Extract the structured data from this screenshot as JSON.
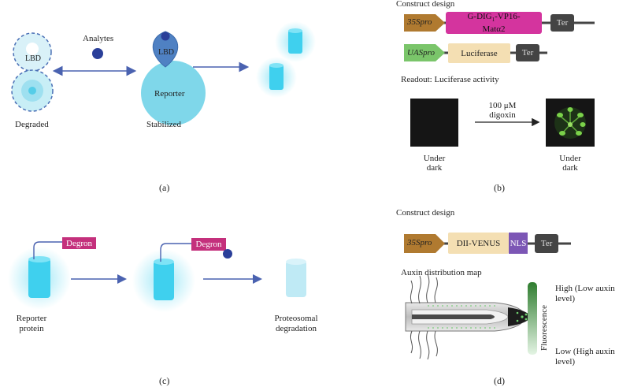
{
  "panel_a": {
    "caption": "(a)",
    "analytes_label": "Analytes",
    "lbd_left": "LBD",
    "lbd_right": "LBD",
    "reporter_label": "Reporter",
    "degraded_label": "Degraded",
    "stabilized_label": "Stabilized"
  },
  "panel_b": {
    "caption": "(b)",
    "construct_title": "Construct design",
    "promoter1": "35Spro",
    "gene1_line1": "G-DIG",
    "gene1_sub": "1",
    "gene1_rest": "-VP16-",
    "gene1_line2": "Matα2",
    "ter1": "Ter",
    "promoter2": "UASpro",
    "gene2": "Luciferase",
    "ter2": "Ter",
    "readout": "Readout: Luciferase activity",
    "treatment_line1": "100 μM",
    "treatment_line2": "digoxin",
    "left_label_line1": "Under",
    "left_label_line2": "dark",
    "right_label_line1": "Under",
    "right_label_line2": "dark"
  },
  "panel_c": {
    "caption": "(c)",
    "degron1": "Degron",
    "degron2": "Degron",
    "reporter_line1": "Reporter",
    "reporter_line2": "protein",
    "degradation_line1": "Proteosomal",
    "degradation_line2": "degradation"
  },
  "panel_d": {
    "caption": "(d)",
    "construct_title": "Construct design",
    "promoter": "35Spro",
    "gene": "DII-VENUS",
    "nls": "NLS",
    "ter": "Ter",
    "map_title": "Auxin distribution map",
    "scale_axis": "Fluorescence",
    "high_line1": "High (Low auxin",
    "high_line2": "level)",
    "low_line1": "Low (High auxin",
    "low_line2": "level)"
  },
  "colors": {
    "cyan": "#3fd0ee",
    "reporter_circle": "#7fd7ea",
    "navy": "#2a3f99",
    "arrow_blue": "#4a62b0",
    "magenta": "#d4349e",
    "degron": "#c4307c",
    "promoter_brown": "#b07a30",
    "promoter_green": "#7ac56a",
    "gene_beige": "#f4dfb3",
    "nls_purple": "#7c56b5",
    "ter_gray": "#444444",
    "scale_green": "#3a8a3a"
  }
}
